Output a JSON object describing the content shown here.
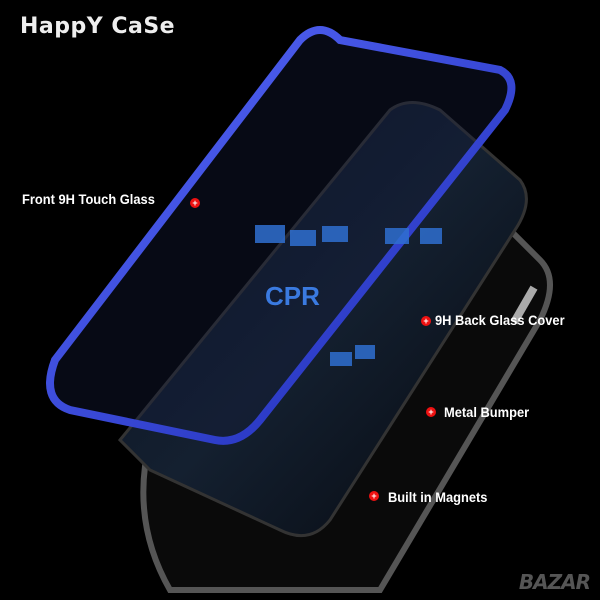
{
  "brand": "HappY CaSe",
  "features": [
    {
      "label": "Front 9H Touch Glass"
    },
    {
      "label": "9H Back Glass Cover"
    },
    {
      "label": "Metal Bumper"
    },
    {
      "label": "Built in Magnets"
    }
  ],
  "watermark": "BAZAR",
  "marker_icon": "plus",
  "colors": {
    "accent_blue": "#3040e0",
    "marker_red": "#e11111"
  }
}
